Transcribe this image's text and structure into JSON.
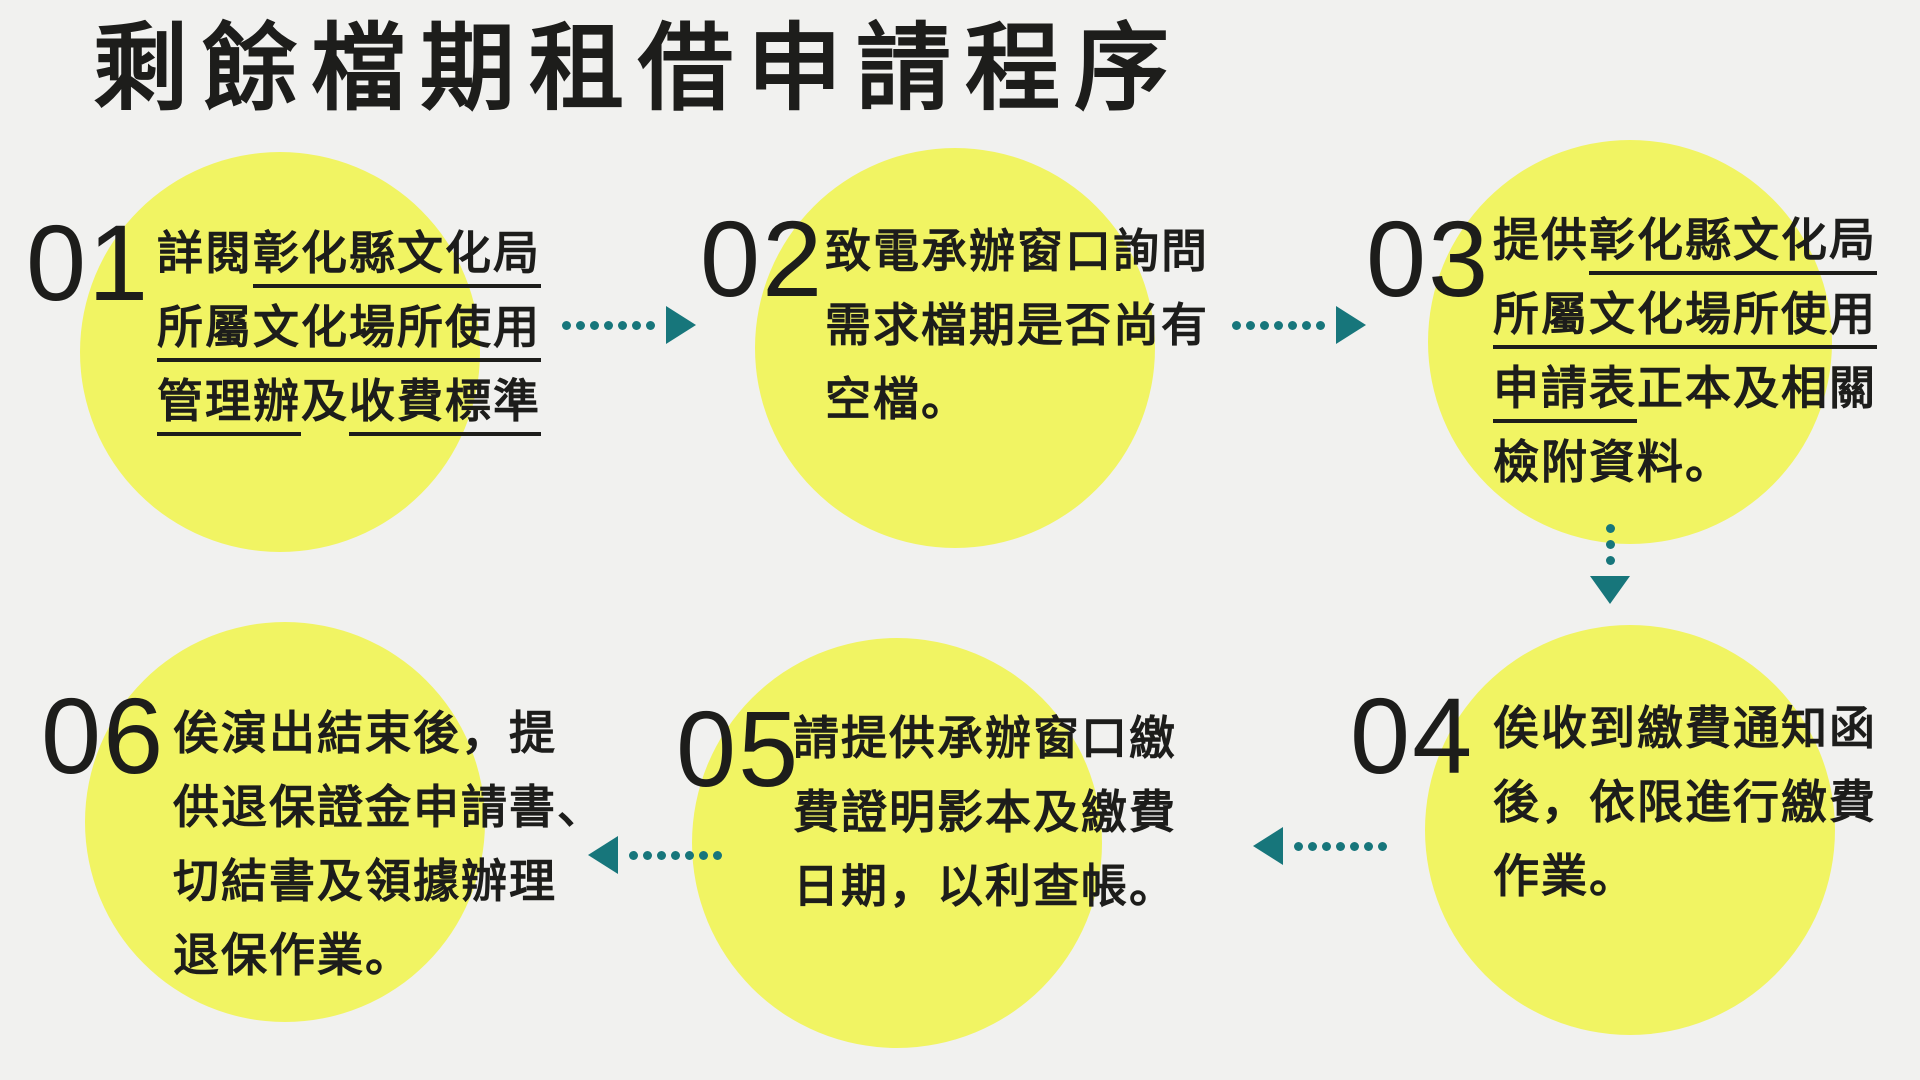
{
  "page": {
    "title": "剩餘檔期租借申請程序"
  },
  "colors": {
    "background": "#f1f1ef",
    "circle_fill": "#f1f463",
    "text": "#1d1d1b",
    "arrow": "#17767b"
  },
  "steps": [
    {
      "number": "01",
      "lines": [
        {
          "segments": [
            {
              "text": "詳閱",
              "underline": false
            },
            {
              "text": "彰化縣文化局",
              "underline": true
            }
          ]
        },
        {
          "segments": [
            {
              "text": "所屬文化場所使用",
              "underline": true
            }
          ]
        },
        {
          "segments": [
            {
              "text": "管理辦",
              "underline": true
            },
            {
              "text": "及",
              "underline": false
            },
            {
              "text": "收費標準",
              "underline": true
            }
          ]
        }
      ]
    },
    {
      "number": "02",
      "lines": [
        {
          "segments": [
            {
              "text": "致電承辦窗口詢問",
              "underline": false
            }
          ]
        },
        {
          "segments": [
            {
              "text": "需求檔期是否尚有",
              "underline": false
            }
          ]
        },
        {
          "segments": [
            {
              "text": "空檔。",
              "underline": false
            }
          ]
        }
      ]
    },
    {
      "number": "03",
      "lines": [
        {
          "segments": [
            {
              "text": "提供",
              "underline": false
            },
            {
              "text": "彰化縣文化局",
              "underline": true
            }
          ]
        },
        {
          "segments": [
            {
              "text": "所屬文化場所使用",
              "underline": true
            }
          ]
        },
        {
          "segments": [
            {
              "text": "申請表",
              "underline": true
            },
            {
              "text": "正本及相關",
              "underline": false
            }
          ]
        },
        {
          "segments": [
            {
              "text": "檢附資料。",
              "underline": false
            }
          ]
        }
      ]
    },
    {
      "number": "04",
      "lines": [
        {
          "segments": [
            {
              "text": "俟收到繳費通知函",
              "underline": false
            }
          ]
        },
        {
          "segments": [
            {
              "text": "後，依限進行繳費",
              "underline": false
            }
          ]
        },
        {
          "segments": [
            {
              "text": "作業。",
              "underline": false
            }
          ]
        }
      ]
    },
    {
      "number": "05",
      "lines": [
        {
          "segments": [
            {
              "text": "請提供承辦窗口繳",
              "underline": false
            }
          ]
        },
        {
          "segments": [
            {
              "text": "費證明影本及繳費",
              "underline": false
            }
          ]
        },
        {
          "segments": [
            {
              "text": "日期，以利查帳。",
              "underline": false
            }
          ]
        }
      ]
    },
    {
      "number": "06",
      "lines": [
        {
          "segments": [
            {
              "text": "俟演出結束後，提",
              "underline": false
            }
          ]
        },
        {
          "segments": [
            {
              "text": "供退保證金申請書、",
              "underline": false
            }
          ]
        },
        {
          "segments": [
            {
              "text": "切結書及領據辦理",
              "underline": false
            }
          ]
        },
        {
          "segments": [
            {
              "text": "退保作業。",
              "underline": false
            }
          ]
        }
      ]
    }
  ],
  "arrows": [
    {
      "from": "01",
      "to": "02",
      "direction": "right",
      "dots": 7
    },
    {
      "from": "02",
      "to": "03",
      "direction": "right",
      "dots": 7
    },
    {
      "from": "03",
      "to": "04",
      "direction": "down",
      "dots": 3
    },
    {
      "from": "04",
      "to": "05",
      "direction": "left",
      "dots": 7
    },
    {
      "from": "05",
      "to": "06",
      "direction": "left",
      "dots": 7
    }
  ]
}
